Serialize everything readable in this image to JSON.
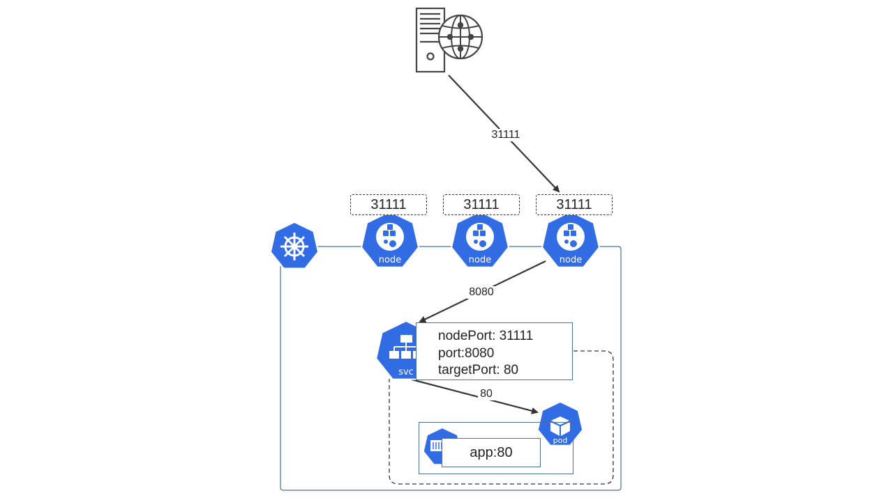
{
  "colors": {
    "k8s_blue": "#326ce5",
    "line": "#333333",
    "frame": "#4a6fa5"
  },
  "external": {
    "server_icon": "server-icon",
    "globe_icon": "globe-network-icon",
    "edge_label": "31111"
  },
  "cluster": {
    "logo_icon": "kubernetes-helm-icon",
    "nodes": [
      {
        "label": "node",
        "port": "31111"
      },
      {
        "label": "node",
        "port": "31111"
      },
      {
        "label": "node",
        "port": "31111"
      }
    ],
    "node_to_svc_label": "8080"
  },
  "service": {
    "label": "svc",
    "spec": {
      "node_port": "nodePort: 31111",
      "port": "port:8080",
      "target_port": "targetPort: 80"
    },
    "to_pod_label": "80"
  },
  "pod": {
    "label": "pod",
    "container_icon": "container-icon",
    "app_label": "app:80"
  }
}
